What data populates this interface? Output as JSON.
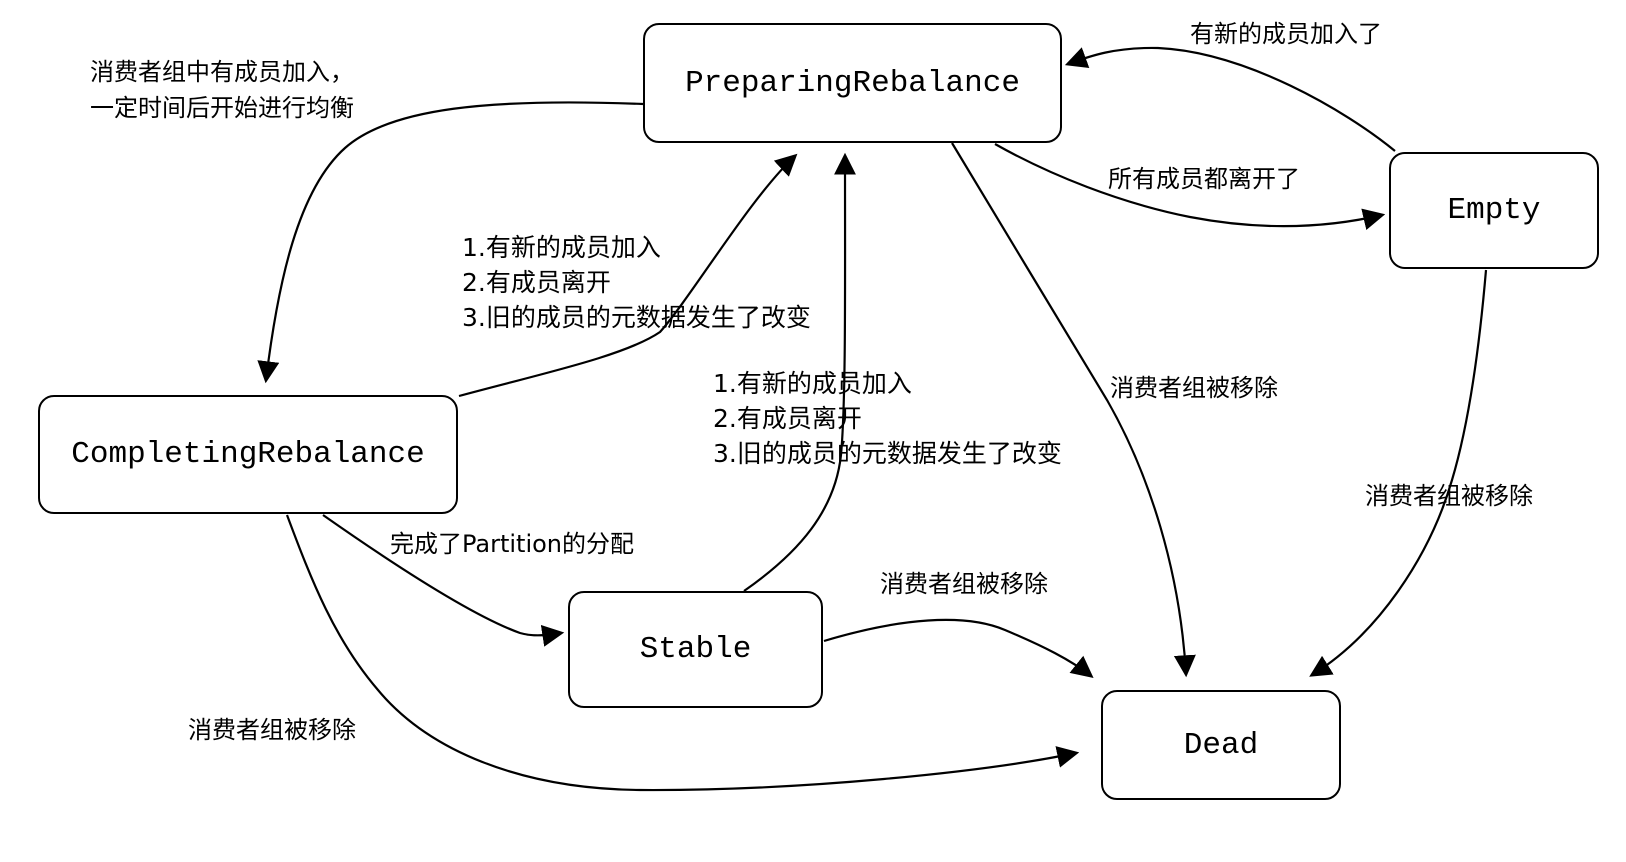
{
  "diagram": {
    "type": "state-transition-diagram",
    "colors": {
      "stroke": "#000000",
      "background": "#ffffff",
      "node_fill": "#ffffff",
      "text": "#000000"
    },
    "nodes": [
      {
        "id": "preparing-rebalance",
        "label": "PreparingRebalance"
      },
      {
        "id": "empty",
        "label": "Empty"
      },
      {
        "id": "completing-rebalance",
        "label": "CompletingRebalance"
      },
      {
        "id": "stable",
        "label": "Stable"
      },
      {
        "id": "dead",
        "label": "Dead"
      }
    ],
    "edges": [
      {
        "from": "PreparingRebalance",
        "to": "CompletingRebalance",
        "label": "消费者组中有成员加入，\n一定时间后开始进行均衡"
      },
      {
        "from": "Empty",
        "to": "PreparingRebalance",
        "label": "有新的成员加入了"
      },
      {
        "from": "PreparingRebalance",
        "to": "Empty",
        "label": "所有成员都离开了"
      },
      {
        "from": "CompletingRebalance",
        "to": "PreparingRebalance",
        "label": "1.有新的成员加入\n2.有成员离开\n3.旧的成员的元数据发生了改变"
      },
      {
        "from": "Stable",
        "to": "PreparingRebalance",
        "label": "1.有新的成员加入\n2.有成员离开\n3.旧的成员的元数据发生了改变"
      },
      {
        "from": "CompletingRebalance",
        "to": "Stable",
        "label": "完成了Partition的分配"
      },
      {
        "from": "Stable",
        "to": "Dead",
        "label": "消费者组被移除"
      },
      {
        "from": "PreparingRebalance",
        "to": "Dead",
        "label": "消费者组被移除"
      },
      {
        "from": "Empty",
        "to": "Dead",
        "label": "消费者组被移除"
      },
      {
        "from": "CompletingRebalance",
        "to": "Dead",
        "label": "消费者组被移除"
      }
    ]
  }
}
